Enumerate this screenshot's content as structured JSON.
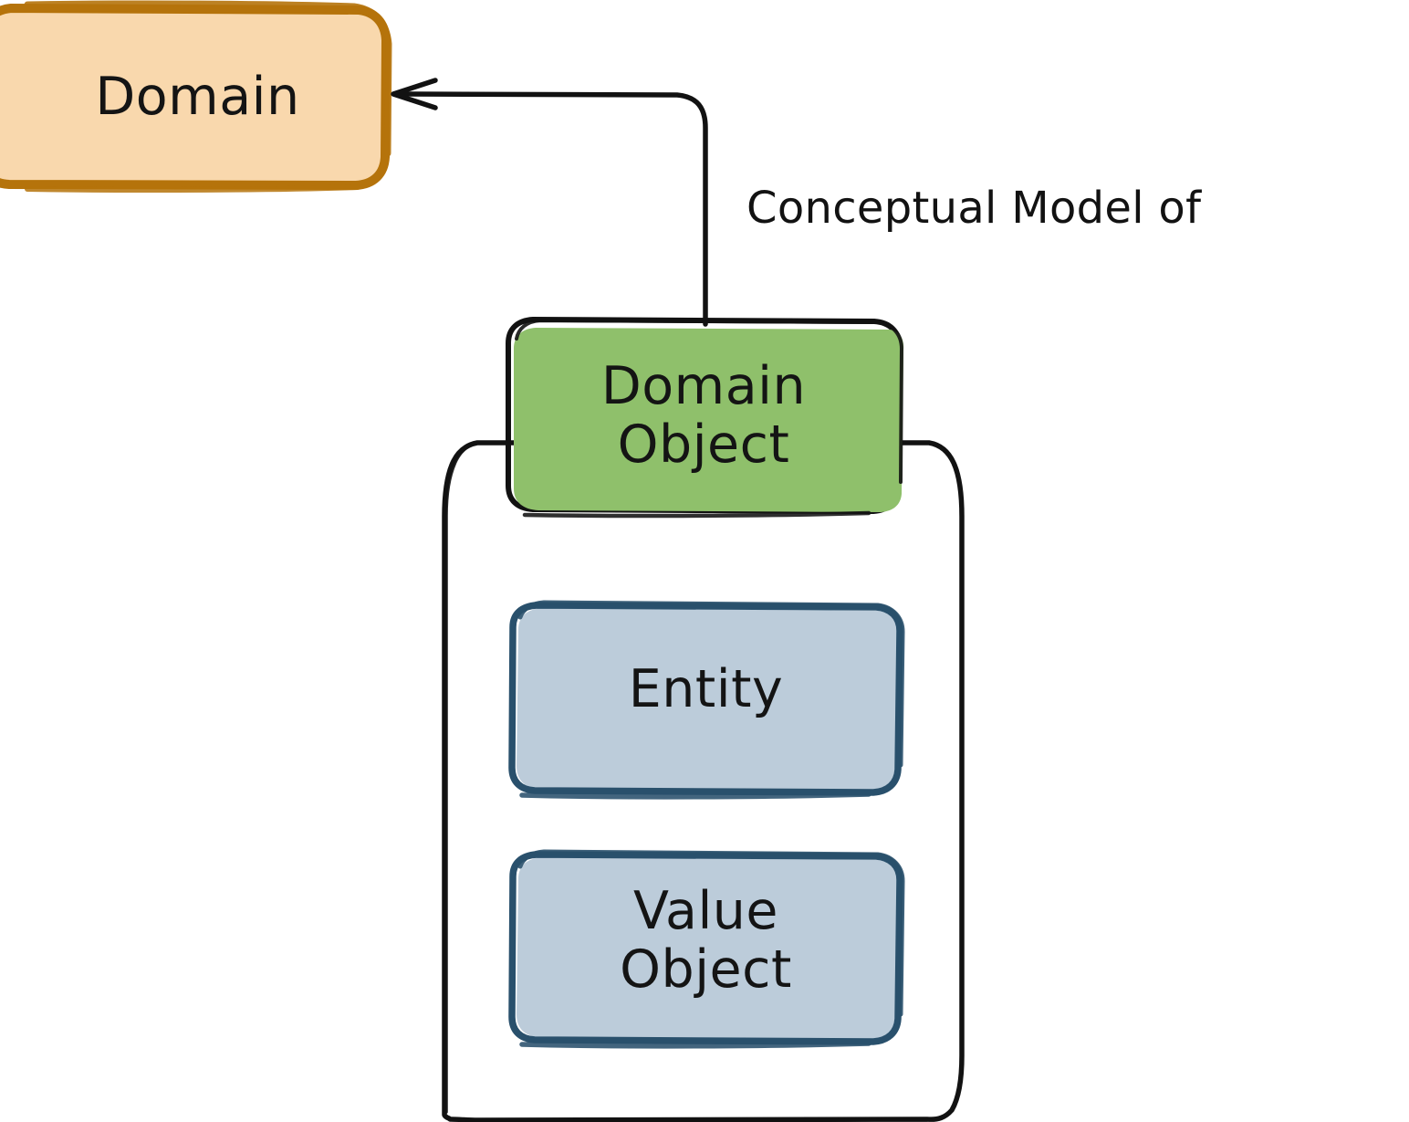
{
  "diagram": {
    "title": "Domain conceptual model diagram",
    "background_color": "#ffffff",
    "style": "hand-drawn sketch"
  },
  "nodes": [
    {
      "id": "domain",
      "label": "Domain",
      "fill_color": "#F9D8AD",
      "stroke_color": "#B5730B",
      "text_color": "#141414",
      "shape": "rounded-rectangle"
    },
    {
      "id": "domain-object",
      "label": "Domain\nObject",
      "fill_color": "#8FC06B",
      "stroke_color": "#121212",
      "text_color": "#141414",
      "shape": "rounded-rectangle"
    },
    {
      "id": "entity",
      "label": "Entity",
      "fill_color": "#BCCCDA",
      "stroke_color": "#29506C",
      "text_color": "#141414",
      "shape": "rounded-rectangle"
    },
    {
      "id": "value-object",
      "label": "Value\nObject",
      "fill_color": "#BCCCDA",
      "stroke_color": "#29506C",
      "text_color": "#141414",
      "shape": "rounded-rectangle"
    },
    {
      "id": "container",
      "label": "",
      "fill_color": "#ffffff",
      "stroke_color": "#121212",
      "text_color": "#141414",
      "shape": "rounded-rectangle-container"
    }
  ],
  "edges": [
    {
      "id": "domain-object-to-domain",
      "from": "domain-object",
      "to": "domain",
      "label": "Conceptual Model of",
      "arrowhead": "open-arrow-at-target",
      "stroke_color": "#121212"
    }
  ]
}
